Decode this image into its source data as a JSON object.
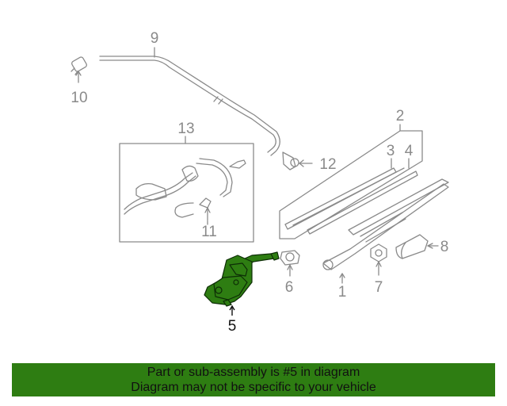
{
  "diagram": {
    "callouts": {
      "c1": "1",
      "c2": "2",
      "c3": "3",
      "c4": "4",
      "c5": "5",
      "c6": "6",
      "c7": "7",
      "c8": "8",
      "c9": "9",
      "c10": "10",
      "c11": "11",
      "c12": "12",
      "c13": "13"
    },
    "highlight_part": "5",
    "colors": {
      "line": "#8a8a8a",
      "highlight_fill": "#2e7d12",
      "highlight_stroke": "#0d2e06",
      "callout_text": "#8a8a8a",
      "callout_highlight_text": "#111111"
    }
  },
  "banner": {
    "line1": "Part or sub-assembly is #5 in diagram",
    "line2": "Diagram may not be specific to your vehicle",
    "background": "#2e7d12"
  }
}
